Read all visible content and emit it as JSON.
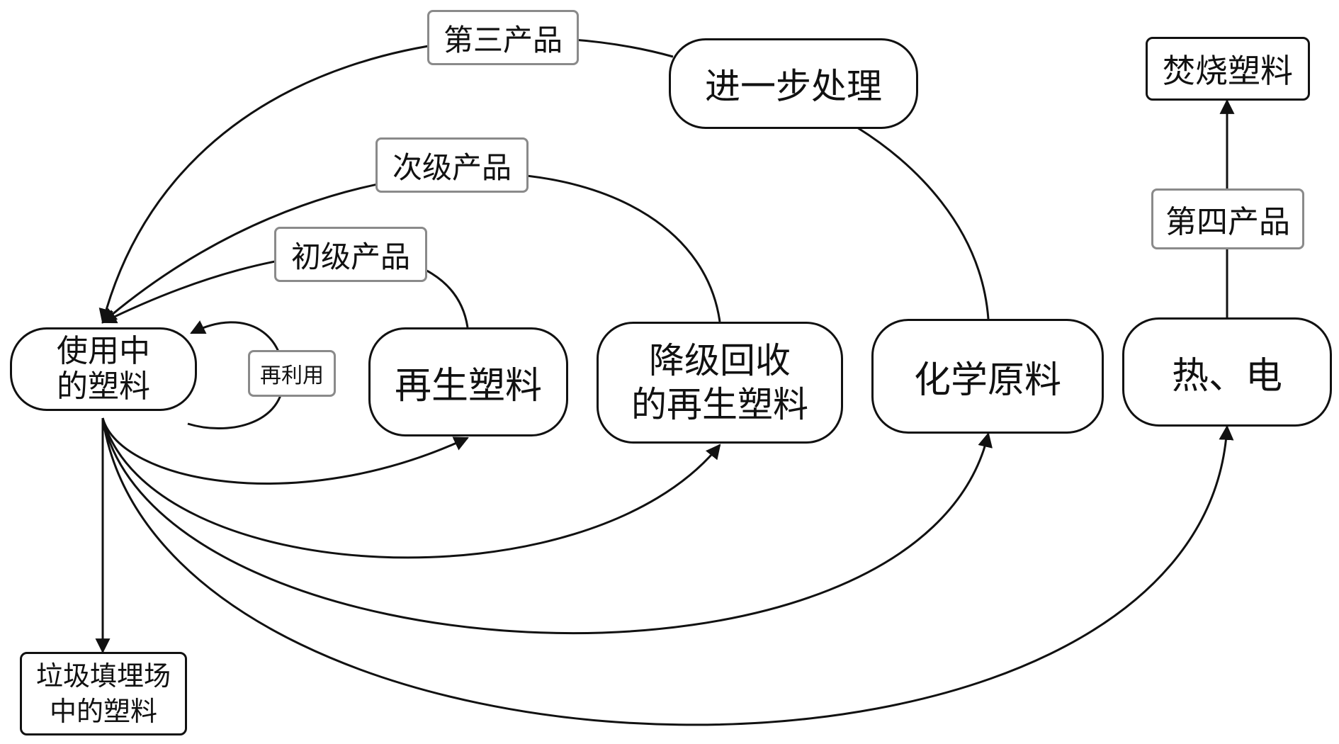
{
  "nodes": {
    "in_use": "使用中\n的塑料",
    "recycled": "再生塑料",
    "downcycled": "降级回收\n的再生塑料",
    "chemical": "化学原料",
    "heat": "热、电",
    "further": "进一步处理",
    "incinerate": "焚烧塑料",
    "landfill": "垃圾填埋场\n中的塑料"
  },
  "labels": {
    "reuse": "再利用",
    "primary": "初级产品",
    "secondary": "次级产品",
    "tertiary": "第三产品",
    "quaternary": "第四产品"
  },
  "colors": {
    "line": "#111111",
    "label_border": "#8a8a8a"
  }
}
